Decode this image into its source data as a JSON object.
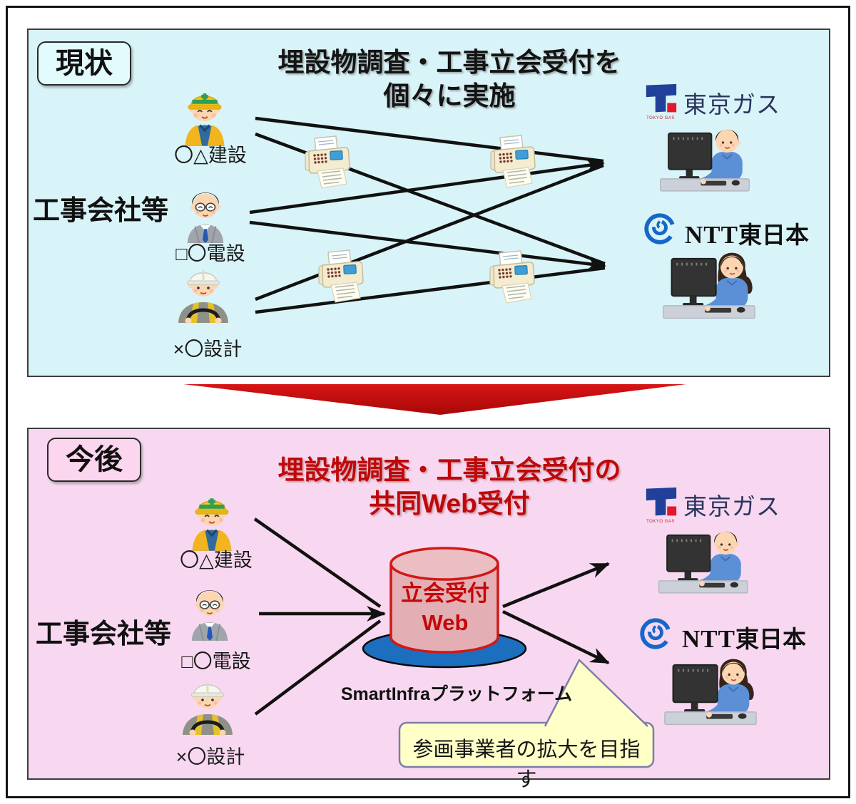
{
  "current": {
    "tag": "現状",
    "title1": "埋設物調査・工事立会受付を",
    "title2": "個々に実施",
    "group": "工事会社等",
    "companies": [
      "〇△建設",
      "□〇電設",
      "×〇設計"
    ]
  },
  "future": {
    "tag": "今後",
    "title1": "埋設物調査・工事立会受付の",
    "title2": "共同Web受付",
    "group": "工事会社等",
    "companies": [
      "〇△建設",
      "□〇電設",
      "×〇設計"
    ],
    "hub": {
      "line1": "立会受付",
      "line2": "Web"
    },
    "platform": "SmartInfraプラットフォーム",
    "callout": "参画事業者の拡大を目指す"
  },
  "logos": {
    "tokyo_gas": {
      "name": "東京ガス",
      "sub": "TOKYO GAS"
    },
    "ntt": {
      "prefix": "NTT",
      "suffix": "東日本"
    }
  },
  "icons": {
    "worker": "construction-worker-icon",
    "businessman": "businessman-icon",
    "driver": "driver-with-helmet-icon",
    "fax": "fax-machine-icon",
    "person_male": "man-at-computer-icon",
    "person_female": "woman-at-computer-icon",
    "tokyo_gas_mark": "tokyo-gas-t-mark-icon",
    "ntt_mark": "ntt-dynamic-loop-icon",
    "down_arrow": "red-down-transition-arrow"
  },
  "colors": {
    "panel_current_bg": "#d9f4f8",
    "panel_future_bg": "#f8d8f0",
    "tag_current_bg": "#e2fbfd",
    "tag_future_bg": "#fcd6ee",
    "title_red": "#bd0909",
    "transition_arrow_red": "#c50d0d",
    "connector_black": "#111111",
    "hub_fill": "#e3afb4",
    "hub_border": "#d01818",
    "platform_ellipse_blue": "#1c6fbe",
    "callout_bg": "#ffffc8",
    "callout_border": "#7d7da8",
    "tokyo_gas_blue": "#20409a",
    "tokyo_gas_red": "#e5172c",
    "ntt_blue": "#1767c9"
  }
}
